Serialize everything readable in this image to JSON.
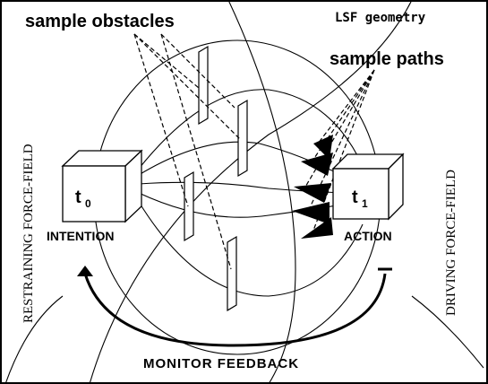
{
  "labels": {
    "sample_obstacles": "sample obstacles",
    "lsf_geometry": "LSF geometry",
    "sample_paths": "sample paths",
    "restraining": "RESTRAINING FORCE-FIELD",
    "driving": "DRIVING FORCE-FIELD",
    "intention": "INTENTION",
    "action": "ACTION",
    "monitor_feedback": "MONITOR FEEDBACK",
    "t0_base": "t",
    "t0_sub": "0",
    "t1_base": "t",
    "t1_sub": "1"
  }
}
